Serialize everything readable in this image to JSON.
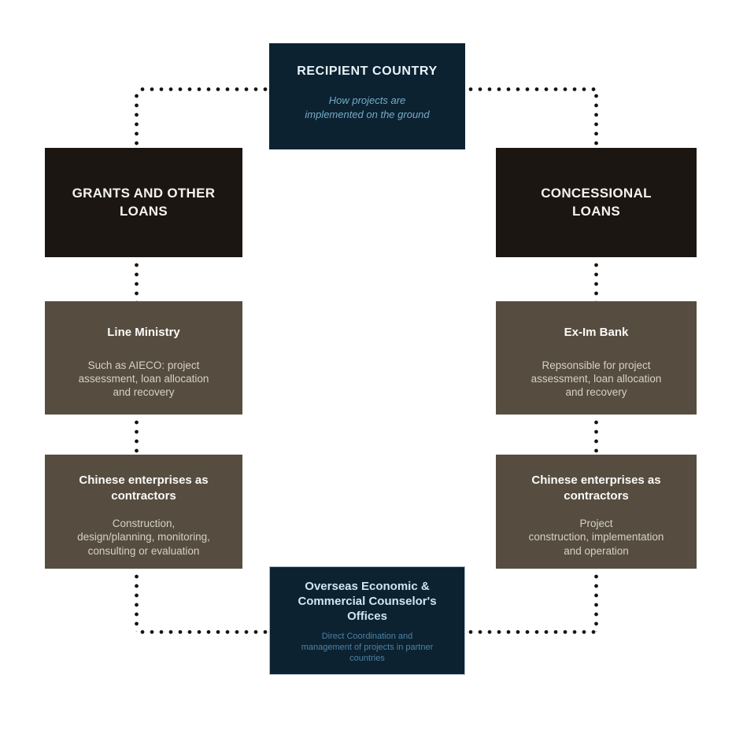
{
  "colors": {
    "navy": "#0c2231",
    "black": "#1b1612",
    "taupe": "#564d40",
    "dot": "#161210",
    "blue_subtitle": "#74abc7",
    "tan_subtitle": "#d6d0c7",
    "bottom_subtitle_blue": "#4d83a1"
  },
  "top_node": {
    "title": "RECIPIENT COUNTRY",
    "subtitle": "How projects are\nimplemented on the ground"
  },
  "left_branch": {
    "header": "GRANTS AND OTHER\nLOANS",
    "ministry": {
      "title": "Line Ministry",
      "subtitle": "Such as AIECO: project\nassessment, loan allocation\nand recovery"
    },
    "contractors": {
      "title": "Chinese enterprises as\ncontractors",
      "subtitle": "Construction,\ndesign/planning, monitoring,\nconsulting or evaluation"
    }
  },
  "right_branch": {
    "header": "CONCESSIONAL\nLOANS",
    "bank": {
      "title": "Ex-Im Bank",
      "subtitle": "Repsonsible for project\nassessment, loan allocation\nand recovery"
    },
    "contractors": {
      "title": "Chinese enterprises as\ncontractors",
      "subtitle": "Project\nconstruction, implementation\nand operation"
    }
  },
  "bottom_node": {
    "title": "Overseas Economic &\nCommercial Counselor's\nOffices",
    "subtitle": "Direct Coordination and\nmanagement of projects in partner\ncountries"
  }
}
